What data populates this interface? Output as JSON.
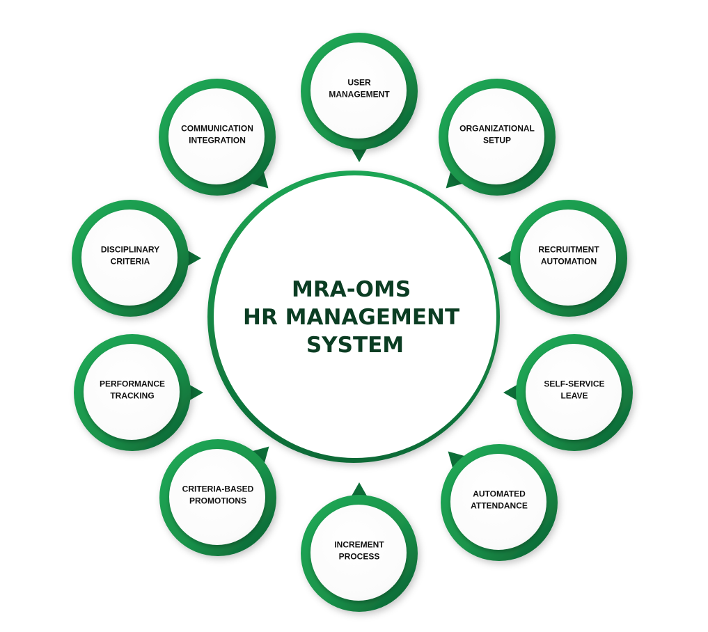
{
  "center": {
    "title_lines": [
      "MRA-OMS",
      "HR MANAGEMENT",
      "SYSTEM"
    ]
  },
  "colors": {
    "ring_light": "#1fa553",
    "ring_dark": "#0a5b30",
    "title": "#0b3d23",
    "label": "#111111"
  },
  "nodes": [
    {
      "id": "user-management",
      "lines": [
        "USER",
        "MANAGEMENT"
      ],
      "tail": "bottom"
    },
    {
      "id": "organizational-setup",
      "lines": [
        "ORGANIZATIONAL",
        "SETUP"
      ],
      "tail": "bottom-left"
    },
    {
      "id": "recruitment-automation",
      "lines": [
        "RECRUITMENT",
        "AUTOMATION"
      ],
      "tail": "left"
    },
    {
      "id": "self-service-leave",
      "lines": [
        "SELF-SERVICE",
        "LEAVE"
      ],
      "tail": "left"
    },
    {
      "id": "automated-attendance",
      "lines": [
        "AUTOMATED",
        "ATTENDANCE"
      ],
      "tail": "top-left"
    },
    {
      "id": "increment-process",
      "lines": [
        "INCREMENT",
        "PROCESS"
      ],
      "tail": "top"
    },
    {
      "id": "criteria-based-promotions",
      "lines": [
        "CRITERIA-BASED",
        "PROMOTIONS"
      ],
      "tail": "top-right"
    },
    {
      "id": "performance-tracking",
      "lines": [
        "PERFORMANCE",
        "TRACKING"
      ],
      "tail": "right"
    },
    {
      "id": "disciplinary-criteria",
      "lines": [
        "DISCIPLINARY",
        "CRITERIA"
      ],
      "tail": "right"
    },
    {
      "id": "communication-integration",
      "lines": [
        "COMMUNICATION",
        "INTEGRATION"
      ],
      "tail": "bottom-right"
    }
  ]
}
